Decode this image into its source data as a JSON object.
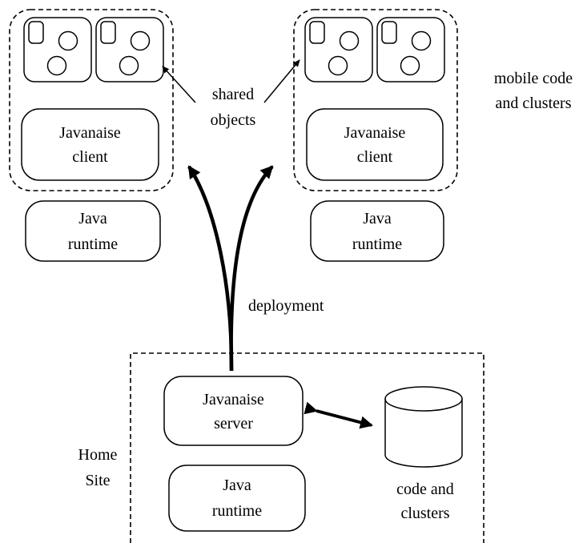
{
  "labels": {
    "shared_objects_line1": "shared",
    "shared_objects_line2": "objects",
    "mobile_code_line1": "mobile code",
    "mobile_code_line2": "and clusters",
    "deployment": "deployment",
    "home_site_line1": "Home",
    "home_site_line2": "Site",
    "code_clusters_line1": "code and",
    "code_clusters_line2": "clusters"
  },
  "client_left": {
    "client_line1": "Javanaise",
    "client_line2": "client",
    "runtime_line1": "Java",
    "runtime_line2": "runtime"
  },
  "client_right": {
    "client_line1": "Javanaise",
    "client_line2": "client",
    "runtime_line1": "Java",
    "runtime_line2": "runtime"
  },
  "server": {
    "server_line1": "Javanaise",
    "server_line2": "server",
    "runtime_line1": "Java",
    "runtime_line2": "runtime"
  }
}
